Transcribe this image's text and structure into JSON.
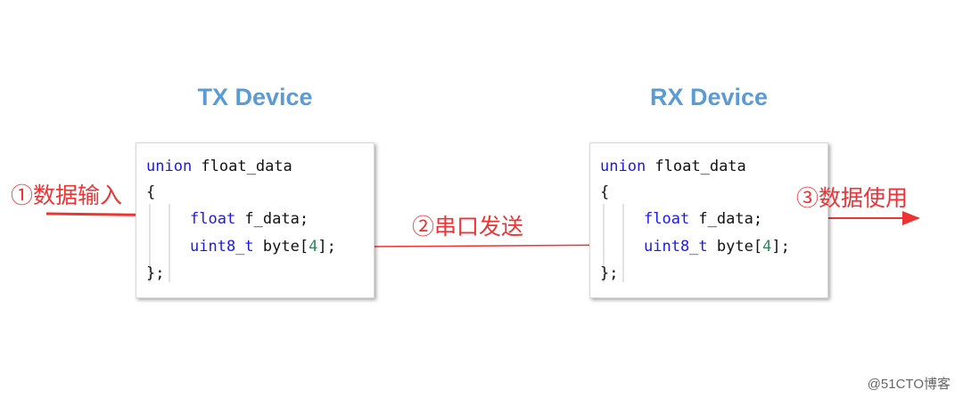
{
  "tx_title": "TX Device",
  "rx_title": "RX Device",
  "code": {
    "l1_kw": "union",
    "l1_rest": " float_data",
    "l2": "{",
    "l3_kw": "float",
    "l3_rest": " f_data;",
    "l4_kw": "uint8_t",
    "l4_a": " byte[",
    "l4_num": "4",
    "l4_b": "];",
    "l5": "};"
  },
  "labels": {
    "step1": "①数据输入",
    "step2": "②串口发送",
    "step3": "③数据使用"
  },
  "watermark": "@51CTO博客",
  "colors": {
    "title": "#5b9bd5",
    "arrow": "#ee3333",
    "keyword": "#1a1ae6"
  }
}
